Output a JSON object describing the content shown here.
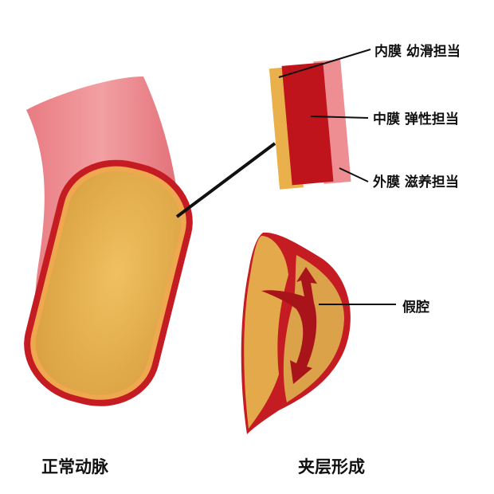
{
  "labels": {
    "intima": "内膜 幼滑担当",
    "media": "中膜 弹性担当",
    "adventitia": "外膜 滋养担当",
    "false_lumen": "假腔",
    "normal_artery": "正常动脉",
    "dissection": "夹层形成"
  },
  "colors": {
    "pink": "#e9858a",
    "dark_red": "#b0121a",
    "yellow": "#e8b14c",
    "line": "#111111"
  }
}
